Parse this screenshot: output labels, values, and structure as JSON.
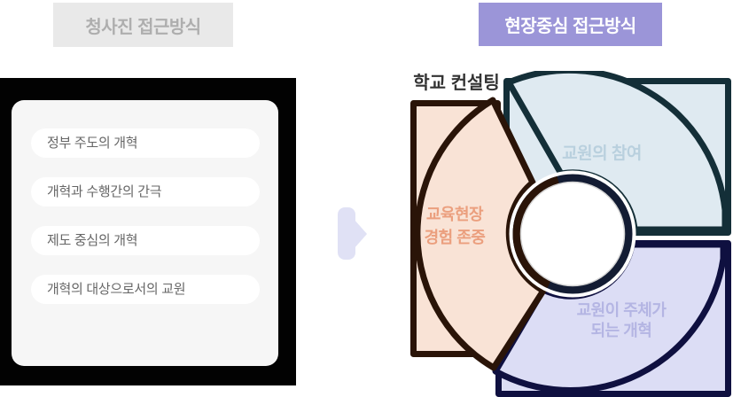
{
  "left_panel": {
    "header": "청사진 접근방식",
    "items": [
      "정부 주도의 개혁",
      "개혁과 수행간의 간극",
      "제도 중심의 개혁",
      "개혁의 대상으로서의 교원"
    ]
  },
  "flow": {
    "arrow_icon": "right-arrow"
  },
  "right_panel": {
    "header": "현장중심 접근방식",
    "center_label": "학교 컨설팅",
    "segments": [
      {
        "position": "left",
        "label_line1": "교육현장",
        "label_line2": "경험 존중",
        "fill": "#f9e3d6",
        "outline": "#2a1408",
        "text_color": "#eb9f7e"
      },
      {
        "position": "top-right",
        "label_line1": "교원의 참여",
        "fill": "#dfeaf1",
        "outline": "#142f38",
        "text_color": "#b9d0de"
      },
      {
        "position": "bottom-right",
        "label_line1": "교원이 주체가",
        "label_line2": "되는 개혁",
        "fill": "#dcddf5",
        "outline": "#0f1040",
        "text_color": "#b4b5e3"
      }
    ]
  },
  "colors": {
    "left_header_bg": "#e9e9e9",
    "left_header_text": "#aeaeae",
    "right_header_bg": "#9b95d8",
    "right_header_text": "#ffffff",
    "black_box": "#020202",
    "inner_panel": "#f6f6f6",
    "pill_bg": "#ffffff",
    "pill_text": "#666666",
    "arrow": "#e0e1f5",
    "hub_bg": "#ffffff",
    "hub_text": "#333333"
  }
}
